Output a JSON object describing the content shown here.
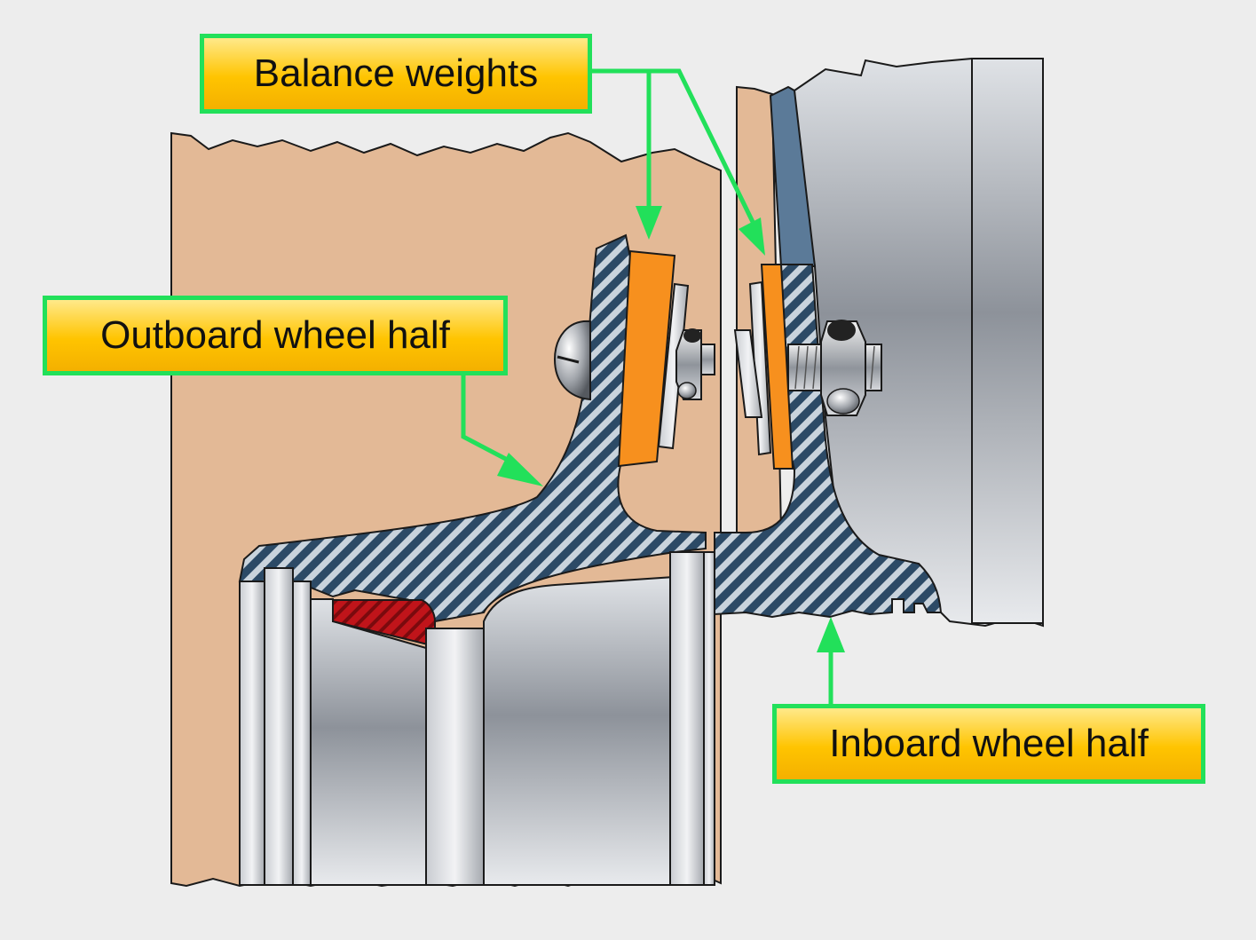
{
  "labels": {
    "balance_weights": "Balance weights",
    "outboard_wheel_half": "Outboard wheel half",
    "inboard_wheel_half": "Inboard wheel half"
  },
  "colors": {
    "background": "#ededed",
    "tire": "#e3b996",
    "hatch_metal": "#2c4a66",
    "balance_weight": "#f7901e",
    "callout_border": "#22e05a",
    "callout_fill": "#ffc400",
    "arrow": "#22e05a",
    "seal": "#c0141a",
    "bead_seat": "#5b7a98"
  }
}
